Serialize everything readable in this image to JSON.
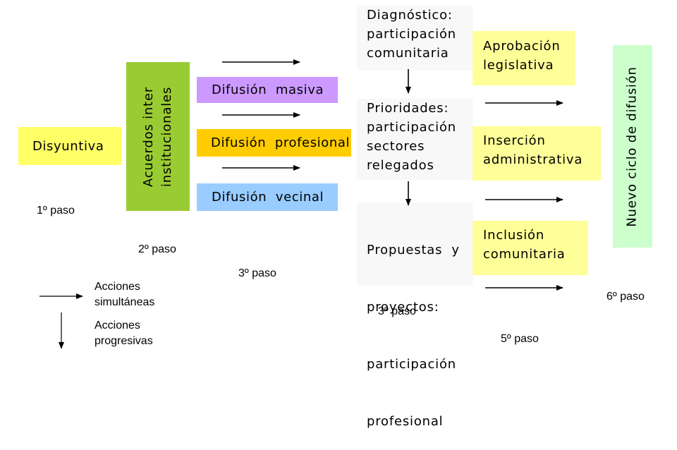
{
  "disyuntiva": "Disyuntiva",
  "acuerdos": [
    "Acuerdos inter",
    "institucionales"
  ],
  "difusion": {
    "masiva": "Difusión  masiva",
    "profesional": "Difusión  profesional",
    "vecinal": "Difusión  vecinal"
  },
  "diagnostico": [
    "Diagnóstico:",
    "participación",
    "comunitaria"
  ],
  "prioridades": [
    "Prioridades:",
    "participación",
    "sectores",
    "relegados"
  ],
  "propuestas": [
    "Propuestas  y",
    "proyectos:",
    "participación",
    "profesional"
  ],
  "aprobacion": [
    "Aprobación",
    "legislativa"
  ],
  "insercion": [
    "Inserción",
    "administrativa"
  ],
  "inclusion": [
    "Inclusión",
    "comunitaria"
  ],
  "nuevo_ciclo": "Nuevo ciclo de difusión",
  "steps": {
    "paso1": "1º paso",
    "paso2": "2º paso",
    "paso3a": "3º paso",
    "paso3b": "3º paso",
    "paso5": "5º paso",
    "paso6": "6º paso"
  },
  "legend": {
    "simultaneas": [
      "Acciones",
      "simultáneas"
    ],
    "progresivas": [
      "Acciones",
      "progresivas"
    ]
  },
  "colors": {
    "yellow_bright": "#ffff66",
    "yellow_pale": "#ffff99",
    "green_dark": "#99cc33",
    "green_pale": "#ccffcc",
    "purple": "#cc99ff",
    "orange": "#ffcc00",
    "blue": "#99ccff",
    "bg_gray": "#f8f8f8"
  }
}
